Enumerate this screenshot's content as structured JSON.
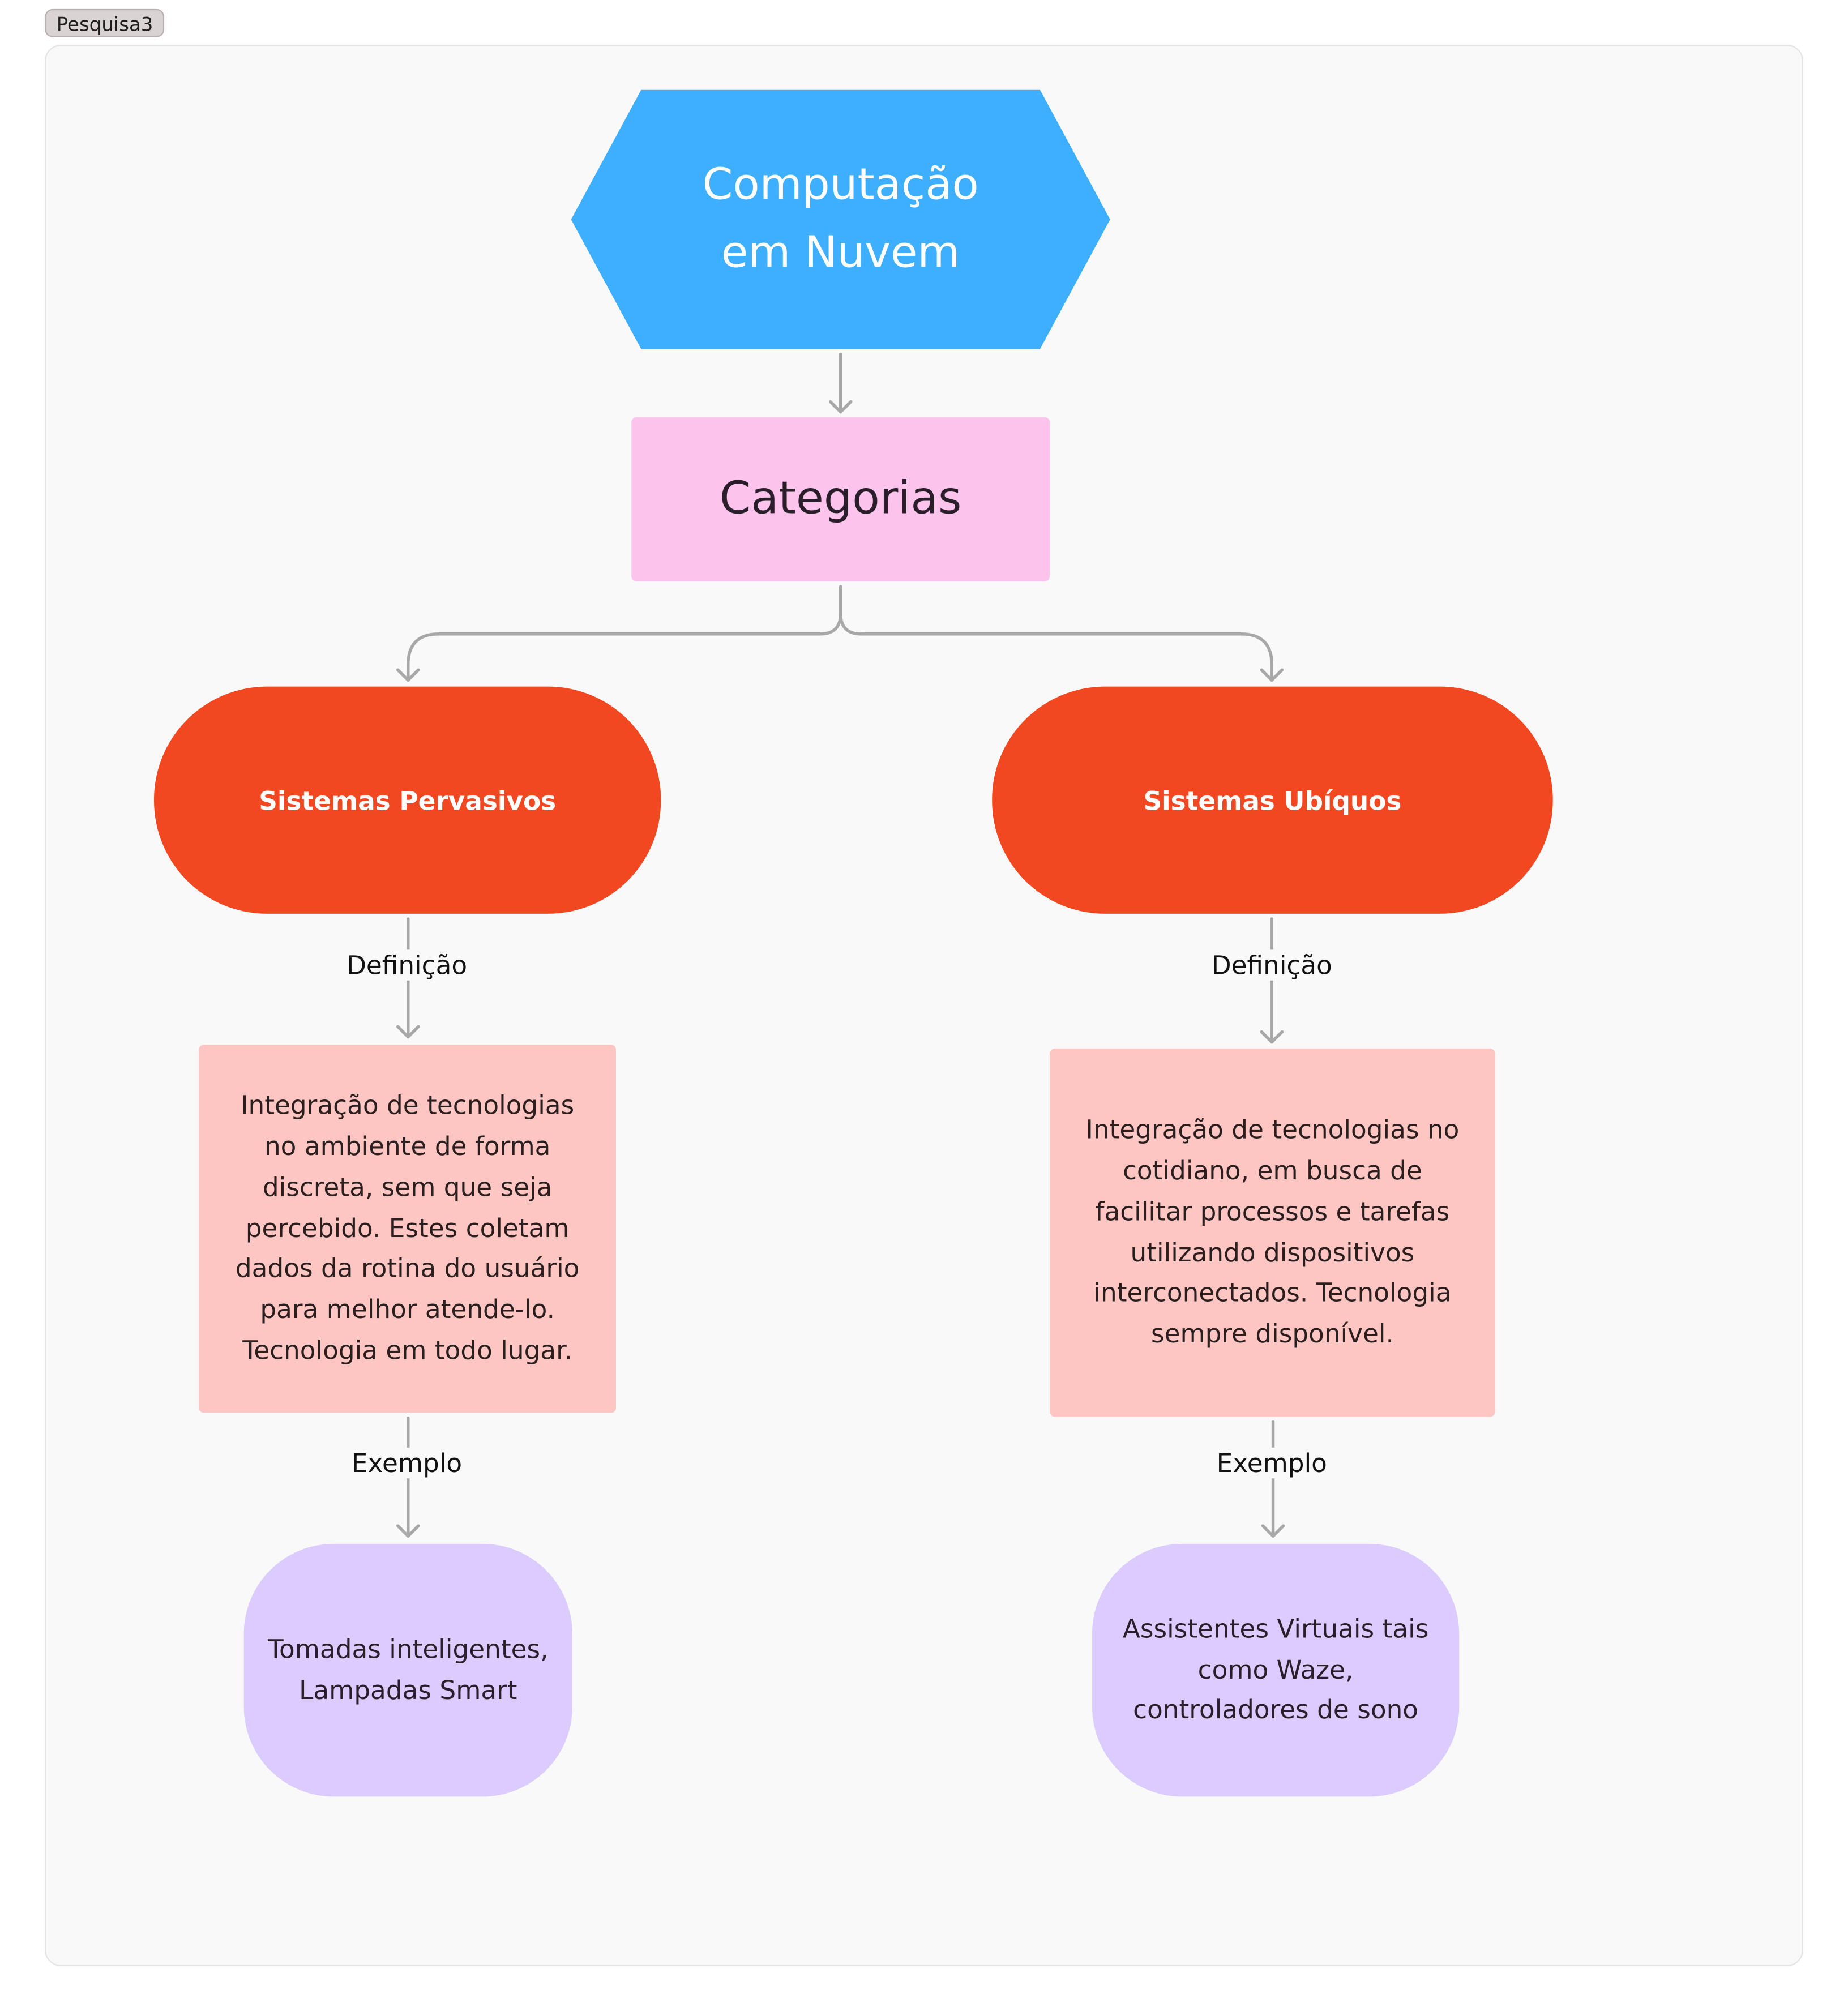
{
  "tag": {
    "label": "Pesquisa3"
  },
  "nodes": {
    "root": "Computação em Nuvem",
    "categories": "Categorias",
    "pervasive": "Sistemas Pervasivos",
    "ubiquitous": "Sistemas Ubíquos",
    "pervasive_definition": "Integração de tecnologias no ambiente de forma discreta, sem que seja percebido. Estes coletam dados da rotina do usuário para melhor atende-lo. Tecnologia em todo lugar.",
    "ubiquitous_definition": "Integração de tecnologias no cotidiano, em busca de facilitar processos e tarefas utilizando dispositivos interconectados. Tecnologia sempre disponível.",
    "pervasive_example": "Tomadas inteligentes, Lampadas Smart",
    "ubiquitous_example": "Assistentes Virtuais tais como Waze, controladores de sono"
  },
  "connector_labels": {
    "definition_left": "Definição",
    "definition_right": "Definição",
    "example_left": "Exemplo",
    "example_right": "Exemplo"
  },
  "colors": {
    "root": "#3eaefe",
    "categories": "#fcc3ec",
    "systems": "#f24822",
    "definitions": "#fec6c2",
    "examples": "#dccbfe",
    "connector": "#a8a8a8"
  }
}
